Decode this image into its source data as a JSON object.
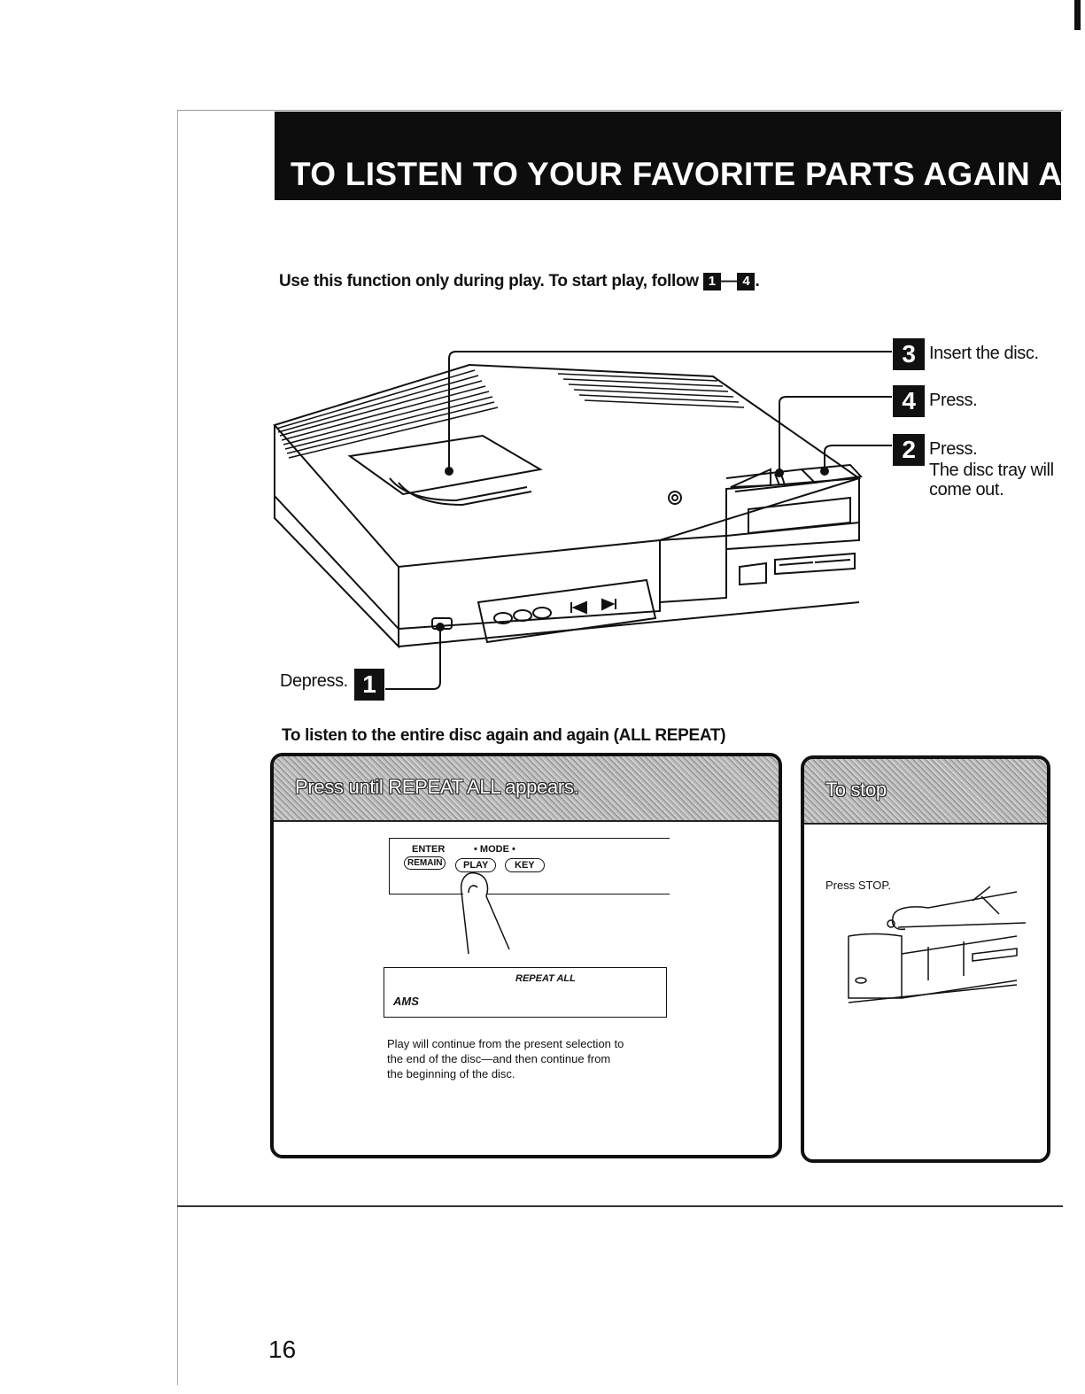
{
  "banner": {
    "title": "TO LISTEN TO YOUR FAVORITE PARTS AGAIN AND"
  },
  "intro": {
    "text": "Use this function only during play. To start play, follow",
    "from": "1",
    "dash": "—",
    "to": "4",
    "end": "."
  },
  "steps": [
    {
      "num": "3",
      "text": "Insert the disc."
    },
    {
      "num": "4",
      "text": "Press."
    },
    {
      "num": "2",
      "text": "Press.",
      "text2": "The disc tray will",
      "text3": "come out."
    }
  ],
  "depress": {
    "text": "Depress.",
    "num": "1"
  },
  "subheading": "To listen to the entire disc again and again (ALL REPEAT)",
  "panel_repeat": {
    "header": "Press until REPEAT ALL appears.",
    "buttons": {
      "enter": "ENTER",
      "mode": "• MODE •",
      "remain": "REMAIN",
      "play": "PLAY",
      "key": "KEY"
    },
    "display": {
      "repeat": "REPEAT ALL",
      "ams": "AMS"
    },
    "note_lines": [
      "Play will continue from the present selection to",
      "the end of the disc—and then continue from",
      "the beginning of the disc."
    ]
  },
  "panel_stop": {
    "header": "To stop",
    "text": "Press STOP."
  },
  "page_number": "16"
}
